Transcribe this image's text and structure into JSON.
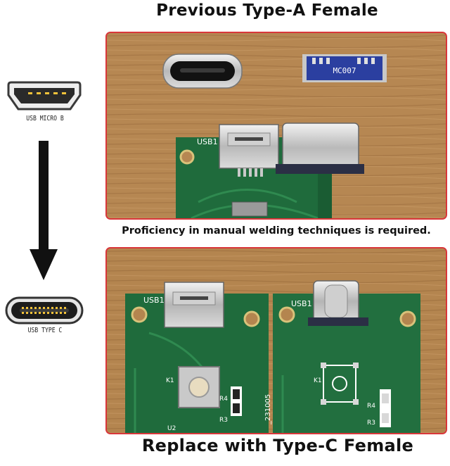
{
  "header": {
    "title": "Previous Type-A Female"
  },
  "note": {
    "text": "Proficiency in manual welding techniques is required."
  },
  "footer": {
    "title": "Replace with Type-C Female"
  },
  "left_panel": {
    "top_connector_label": "USB MICRO B",
    "bottom_connector_label": "USB TYPE C"
  },
  "pcb_markings": {
    "usb_label": "USB1",
    "chip_label": "MC007",
    "switch_label": "K1",
    "resistor_4": "R4",
    "resistor_3": "R3",
    "ic_label": "U2",
    "batch_code": "_231005"
  },
  "colors": {
    "frame_border": "#d9363a",
    "pcb_green": "#1f6b3c",
    "wood": "#b98a56",
    "arrow": "#111111"
  }
}
